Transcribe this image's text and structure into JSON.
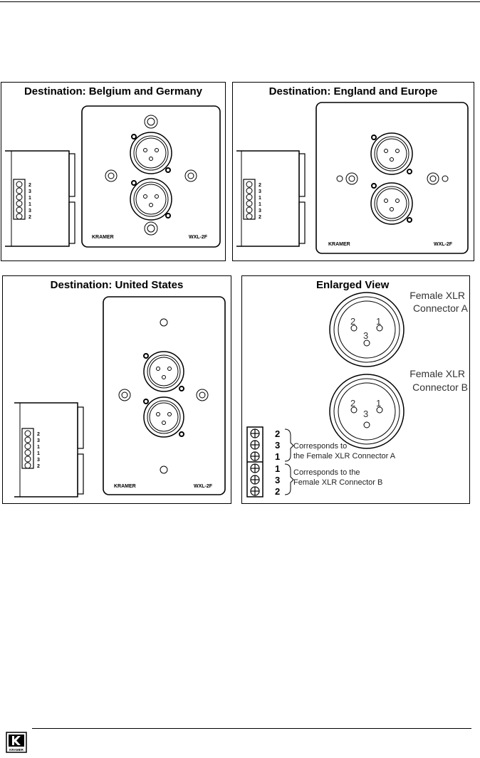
{
  "panels": {
    "belgium_germany": {
      "title": "Destination: Belgium and Germany",
      "brand": "KRAMER",
      "model": "WXL-2F",
      "terminal_pins": [
        "2",
        "3",
        "1",
        "1",
        "3",
        "2"
      ]
    },
    "england_europe": {
      "title": "Destination: England and Europe",
      "brand": "KRAMER",
      "model": "WXL-2F",
      "terminal_pins": [
        "2",
        "3",
        "1",
        "1",
        "3",
        "2"
      ]
    },
    "united_states": {
      "title": "Destination: United States",
      "brand": "KRAMER",
      "model": "WXL-2F",
      "terminal_pins": [
        "2",
        "3",
        "1",
        "1",
        "3",
        "2"
      ]
    },
    "enlarged": {
      "title": "Enlarged View",
      "connector_a": {
        "label_line1": "Female XLR",
        "label_line2": "Connector A",
        "pin_2": "2",
        "pin_1": "1",
        "pin_3": "3"
      },
      "connector_b": {
        "label_line1": "Female XLR",
        "label_line2": "Connector B",
        "pin_2": "2",
        "pin_1": "1",
        "pin_3": "3"
      },
      "terminal_pins": [
        "2",
        "3",
        "1",
        "1",
        "3",
        "2"
      ],
      "note_a_line1": "Corresponds to",
      "note_a_line2": "the Female XLR Connector A",
      "note_b_line1": "Corresponds to the",
      "note_b_line2": "Female XLR Connector B"
    }
  },
  "footer": {
    "logo_text": "KRAMER"
  }
}
